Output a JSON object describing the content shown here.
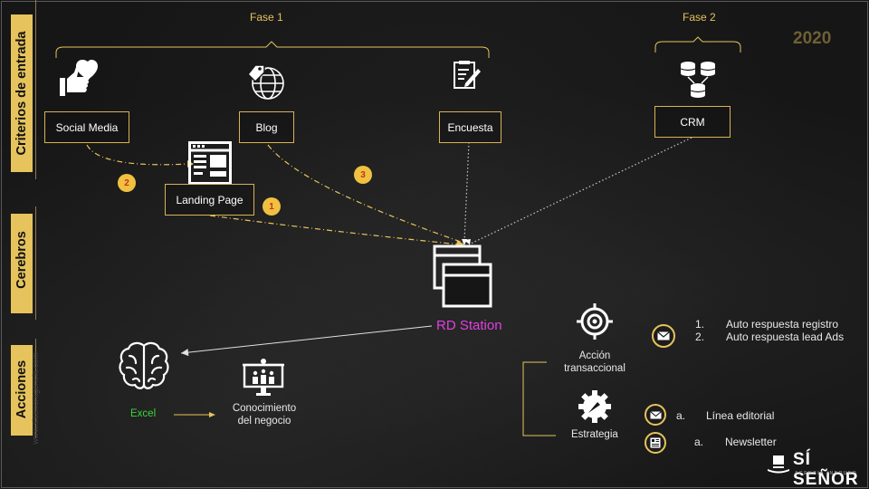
{
  "year": "2020",
  "phases": {
    "fase1": "Fase 1",
    "fase2": "Fase 2"
  },
  "sections": {
    "entrada": "Criterios de entrada",
    "cerebros": "Cerebros",
    "acciones": "Acciones"
  },
  "sources": {
    "social": "Social Media",
    "blog": "Blog",
    "encuesta": "Encuesta",
    "crm": "CRM",
    "landing": "Landing Page"
  },
  "badges": [
    "1",
    "2",
    "3"
  ],
  "hub": "RD Station",
  "brain": {
    "excel": "Excel",
    "knowledge": "Conocimiento del negocio"
  },
  "actions": {
    "transaccional": "Acción transaccional",
    "estrategia": "Estrategia",
    "auto_items": [
      {
        "num": "1.",
        "text": "Auto respuesta registro"
      },
      {
        "num": "2.",
        "text": "Auto respuesta lead Ads"
      }
    ],
    "editorial": {
      "num": "a.",
      "text": "Línea editorial"
    },
    "newsletter": {
      "num": "a.",
      "text": "Newsletter"
    }
  },
  "logo": {
    "name": "SÍ SEÑOR",
    "tagline": "AGENCIA INBOUND"
  },
  "watermark": "www.sisenoragencia.com",
  "colors": {
    "accent": "#e6c35c",
    "hub_text": "#e040e0",
    "excel_text": "#39d639",
    "badge_text": "#c4341c"
  },
  "icons": [
    "thumbs-heart-icon",
    "globe-tag-icon",
    "survey-pencil-icon",
    "database-icon",
    "landing-page-icon",
    "windows-icon",
    "brain-icon",
    "presentation-icon",
    "target-icon",
    "gear-icon",
    "mail-icon",
    "newsletter-icon",
    "top-hat-icon"
  ]
}
